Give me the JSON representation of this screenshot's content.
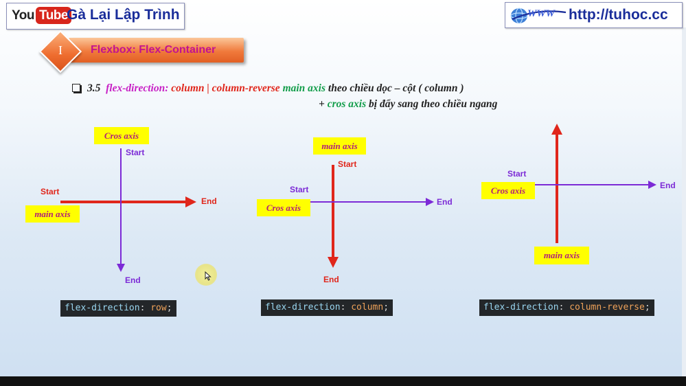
{
  "header": {
    "youtube_you": "You",
    "youtube_tube": "Tube",
    "channel_name": "Gà Lại Lập Trình",
    "website_url": "http://tuhoc.cc",
    "website_icon": "www-globe-icon"
  },
  "section": {
    "numeral": "I",
    "title": "Flexbox: Flex-Container"
  },
  "heading": {
    "number": "3.5",
    "prop": "flex-direction:",
    "val1": "column",
    "sep": "|",
    "val2": "column-reverse",
    "main_axis": "main axis",
    "text1": "theo chiều dọc – cột  ( column )",
    "plus": "+",
    "cros_axis": "cros axis",
    "text2": "bị đẩy sang theo chiều ngang"
  },
  "diagrams": [
    {
      "cross_label": "Cros axis",
      "main_label": "main axis",
      "main_start": "Start",
      "main_end": "End",
      "cross_start": "Start",
      "cross_end": "End",
      "code_prop": "flex-direction",
      "code_colon": ":",
      "code_value": "row",
      "code_semi": ";"
    },
    {
      "cross_label": "Cros axis",
      "main_label": "main axis",
      "main_start": "Start",
      "main_end": "End",
      "cross_start": "Start",
      "cross_end": "End",
      "code_prop": "flex-direction",
      "code_colon": ":",
      "code_value": "column",
      "code_semi": ";"
    },
    {
      "cross_label": "Cros axis",
      "main_label": "main axis",
      "cross_start": "Start",
      "cross_end": "End",
      "code_prop": "flex-direction",
      "code_colon": ":",
      "code_value": "column-reverse",
      "code_semi": ";"
    }
  ],
  "colors": {
    "main_axis": "#e0261b",
    "cross_axis": "#7c2ad6",
    "label_bg": "#ffff00",
    "channel": "#1a2d9a",
    "section_title": "#c2138f"
  }
}
